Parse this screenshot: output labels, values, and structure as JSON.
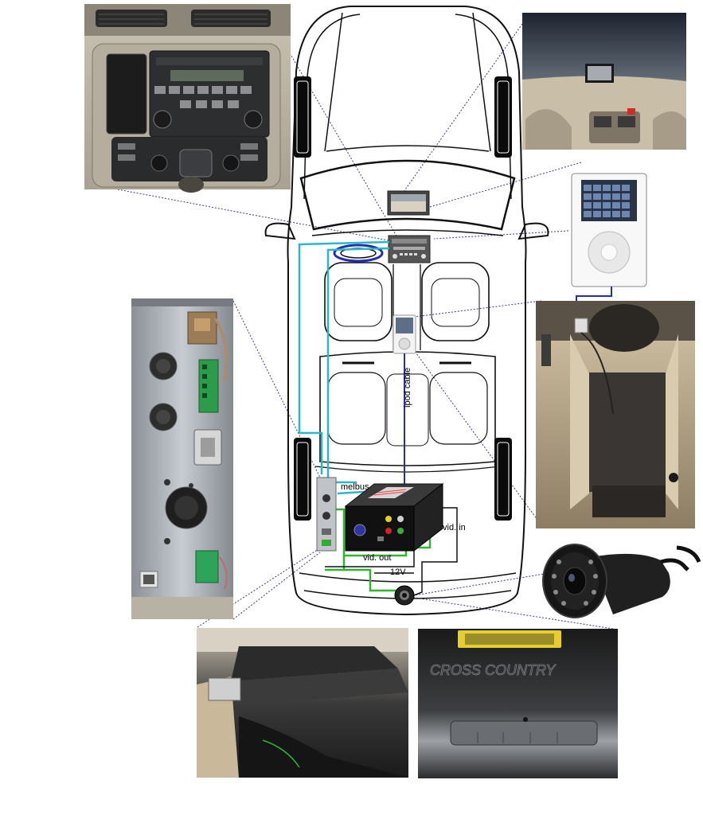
{
  "labels": {
    "melbus": "melbus",
    "ipod_cable": "ipod cable",
    "vid_out": "vid. out",
    "vid_in": "vid. in",
    "twelve_v": "12V",
    "cross_country": "CROSS COUNTRY"
  },
  "colors": {
    "melbus_wire": "#2ab7c8",
    "ipod_wire": "#1f2fb0",
    "video_wire": "#2fb52f",
    "power_wire": "#111111",
    "leader_line": "#3a3aa0",
    "outline": "#111111"
  },
  "icons": [
    "car-outline",
    "radio-head-unit",
    "ipod-device",
    "interface-box",
    "rear-camera",
    "lcd-monitor",
    "cable-connector"
  ]
}
